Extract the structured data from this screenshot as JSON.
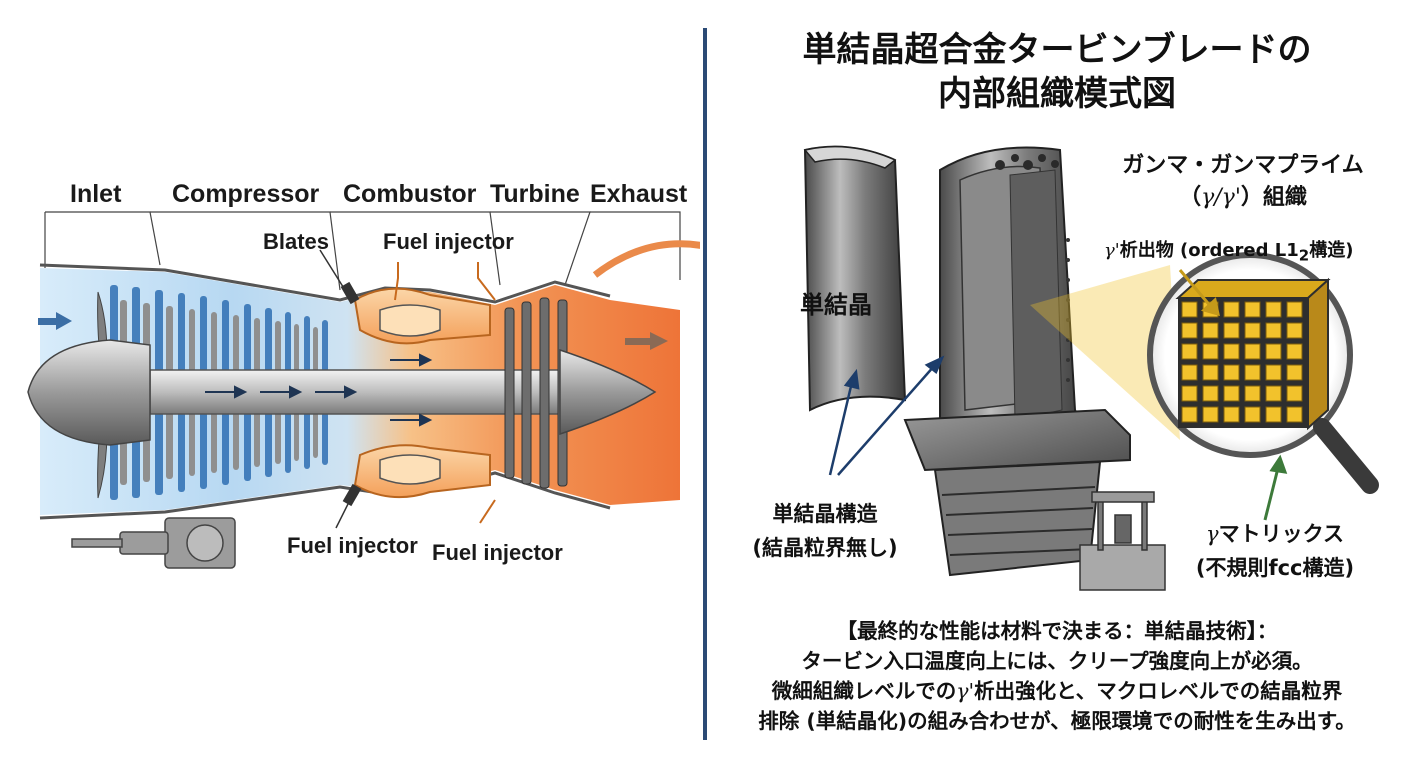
{
  "engine": {
    "sections": [
      "Inlet",
      "Compressor",
      "Combustor",
      "Turbine",
      "Exhaust"
    ],
    "callouts": {
      "blates": "Blates",
      "fuel_injector_top": "Fuel injector",
      "fuel_injector_bottom_left": "Fuel injector",
      "fuel_injector_bottom_right": "Fuel injector"
    }
  },
  "blade_panel": {
    "title_line1": "単結晶超合金タービンブレードの",
    "title_line2": "内部組織模式図",
    "single_crystal_label": "単結晶",
    "single_crystal_structure_line1": "単結晶構造",
    "single_crystal_structure_line2": "(結晶粒界無し)",
    "gamma_title_line1": "ガンマ・ガンマプライム",
    "gamma_title_line2_open": "（",
    "gamma_title_line2_symbols": "γ/γ'",
    "gamma_title_line2_close": "）組織",
    "gamma_prime_symbol": "γ'",
    "gamma_prime_text": "析出物 (ordered L1",
    "gamma_prime_sub": "2",
    "gamma_prime_tail": "構造)",
    "gamma_matrix_symbol": "γ",
    "gamma_matrix_line1": "マトリックス",
    "gamma_matrix_line2": "(不規則fcc構造)"
  },
  "summary": {
    "line1": "【最終的な性能は材料で決まる：単結晶技術】：",
    "line2": "タービン入口温度向上には、クリープ強度向上が必須。",
    "line3_pre": "微細組織レベルでの",
    "line3_sym": "γ'",
    "line3_post": "析出強化と、マクロレベルでの結晶粒界",
    "line4": "排除 (単結晶化)の組み合わせが、極限環境での耐性を生み出す。"
  },
  "colors": {
    "divider": "#2b4a75",
    "cold_air": "#cfe6f7",
    "hot_gas": "#ef7a3e",
    "arrow_orange": "#ea8a4a",
    "cube_yellow": "#f2c22c",
    "matrix_dark": "#3a3a3a"
  }
}
